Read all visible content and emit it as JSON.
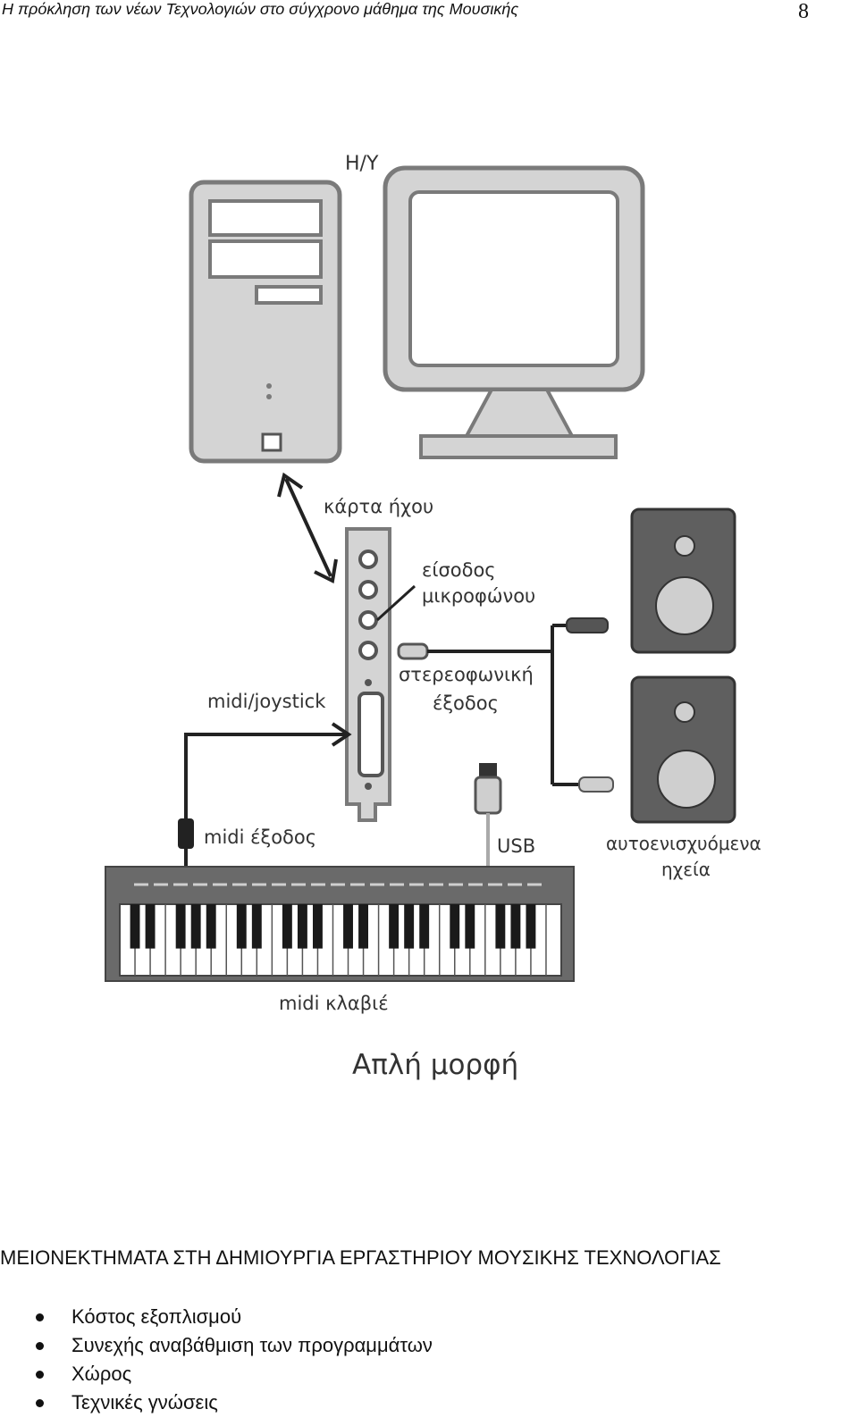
{
  "header": {
    "title": "Η πρόκληση των νέων Τεχνολογιών στο σύγχρονο μάθημα της Μουσικής",
    "page_number": "8"
  },
  "diagram": {
    "labels": {
      "pc": "Η/Υ",
      "sound_card": "κάρτα ήχου",
      "mic_input_line1": "είσοδος",
      "mic_input_line2": "μικροφώνου",
      "stereo_output_line1": "στερεοφωνική",
      "stereo_output_line2": "έξοδος",
      "midi_joystick": "midi/joystick",
      "midi_output": "midi έξοδος",
      "usb": "USB",
      "speakers_line1": "αυτοενισχυόμενα",
      "speakers_line2": "ηχεία",
      "midi_keyboard": "midi κλαβιέ"
    },
    "caption": "Απλή μορφή"
  },
  "section": {
    "heading": "ΜΕΙΟΝΕΚΤΗΜΑΤΑ ΣΤΗ ΔΗΜΙΟΥΡΓΙΑ ΕΡΓΑΣΤΗΡΙΟΥ ΜΟΥΣΙΚΗΣ ΤΕΧΝΟΛΟΓΙΑΣ",
    "items": [
      "Κόστος εξοπλισμού",
      "Συνεχής αναβάθμιση των προγραμμάτων",
      "Χώρος",
      "Τεχνικές γνώσεις"
    ]
  },
  "colors": {
    "device_fill": "#d4d4d4",
    "device_stroke": "#7a7a7a",
    "speaker_fill": "#5f5f5f",
    "line_dark": "#222222"
  }
}
